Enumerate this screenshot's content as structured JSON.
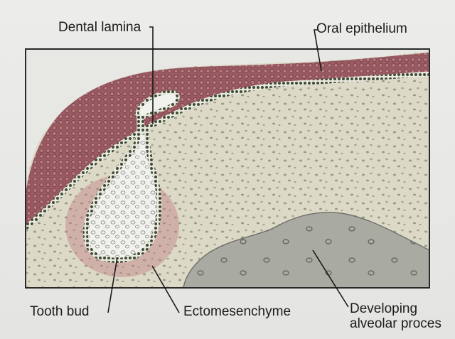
{
  "labels": {
    "dental_lamina": "Dental lamina",
    "oral_epithelium": "Oral epithelium",
    "tooth_bud": "Tooth bud",
    "ectomesenchyme": "Ectomesenchyme",
    "developing_alveolar_line1": "Developing",
    "developing_alveolar_line2": "alveolar proces"
  },
  "colors": {
    "mesenchyme": "#dcd9c6",
    "epithelium": "#9a5a62",
    "ectomesenchyme_tint": "#c08088",
    "alveolar_bone": "#a9aaa2",
    "tooth_bud_interior": "#f1f1ee",
    "frame": "#2a2a2a"
  }
}
